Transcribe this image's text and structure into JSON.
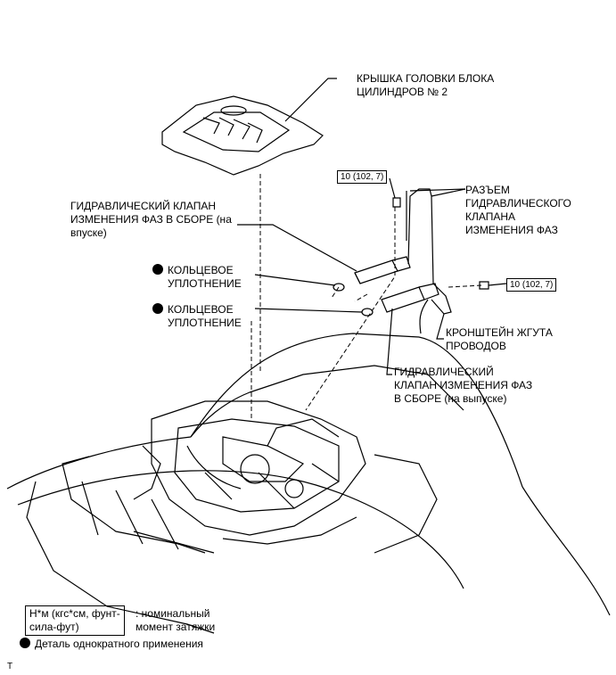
{
  "labels": {
    "cover": [
      "КРЫШКА ГОЛОВКИ БЛОКА",
      "ЦИЛИНДРОВ № 2"
    ],
    "connector": [
      "РАЗЪЕМ",
      "ГИДРАВЛИЧЕСКОГО",
      "КЛАПАНА",
      "ИЗМЕНЕНИЯ ФАЗ"
    ],
    "intake_valve": [
      "ГИДРАВЛИЧЕСКИЙ КЛАПАН",
      "ИЗМЕНЕНИЯ ФАЗ В СБОРЕ (на",
      "впуске)"
    ],
    "oring1": [
      "КОЛЬЦЕВОЕ",
      "УПЛОТНЕНИЕ"
    ],
    "oring2": [
      "КОЛЬЦЕВОЕ",
      "УПЛОТНЕНИЕ"
    ],
    "bracket": [
      "КРОНШТЕЙН ЖГУТА",
      "ПРОВОДОВ"
    ],
    "exhaust_valve": [
      "ГИДРАВЛИЧЕСКИЙ",
      "КЛАПАН ИЗМЕНЕНИЯ ФАЗ",
      "В СБОРЕ (на выпуске)"
    ]
  },
  "torque": {
    "upper": "10 (102, 7)",
    "right": "10 (102, 7)"
  },
  "legend": {
    "unit_box": [
      "Н*м (кгс*см, фунт-",
      "сила-фут)"
    ],
    "unit_desc": [
      ": номинальный",
      "момент затяжки"
    ],
    "single_use": "Деталь однократного применения"
  },
  "corner_mark": "T"
}
